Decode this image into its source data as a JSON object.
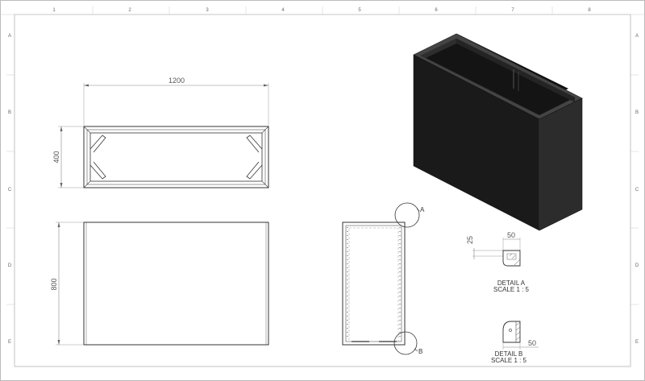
{
  "sheet": {
    "columns": [
      "1",
      "2",
      "3",
      "4",
      "5",
      "6",
      "7",
      "8"
    ],
    "rows": [
      "A",
      "B",
      "C",
      "D",
      "E"
    ]
  },
  "top_view": {
    "width_dim": "1200",
    "depth_dim": "400"
  },
  "front_view": {
    "height_dim": "800"
  },
  "section_view": {
    "label_a": "A",
    "label_b": "B"
  },
  "detail_a": {
    "dim_25": "25",
    "dim_50": "50",
    "title": "DETAIL A",
    "scale": "SCALE 1 : 5"
  },
  "detail_b": {
    "dim_50": "50",
    "title": "DETAIL B",
    "scale": "SCALE 1 : 5"
  },
  "colors": {
    "line": "#333333",
    "dim_line": "#888888",
    "box_front": "#1a1a1a",
    "box_side": "#2a2a2a",
    "box_top": "#3d3d3d"
  }
}
